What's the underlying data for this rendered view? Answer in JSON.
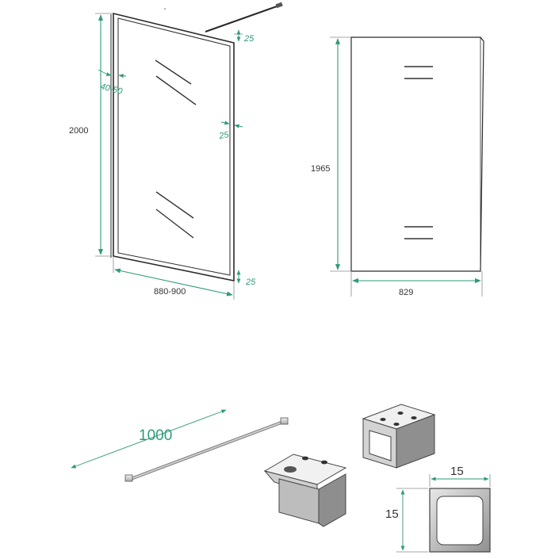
{
  "labels": {
    "panel_height": "2000",
    "panel_width": "880-900",
    "profile_offset": "40-50",
    "gap_top": "25",
    "gap_mid": "25",
    "gap_bottom": "25",
    "glass_height": "1965",
    "glass_width": "829",
    "rod_length": "1000",
    "profile_width": "15",
    "profile_height": "15"
  },
  "colors": {
    "dimension": "#2e9a7b",
    "outline": "#2a2a2a"
  }
}
